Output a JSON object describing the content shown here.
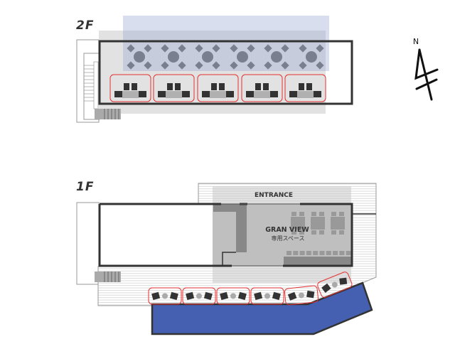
{
  "floors": {
    "second": {
      "label": "2F"
    },
    "first": {
      "label": "1F",
      "entrance_label": "ENTRANCE",
      "area_title": "GRAN VIEW",
      "area_subtitle": "専用スペース"
    }
  },
  "compass": {
    "label": "N"
  },
  "colors": {
    "water": "#4560b0",
    "highlight": "#9aa8d4",
    "booth_outline": "#e53030",
    "wall": "#333333"
  }
}
